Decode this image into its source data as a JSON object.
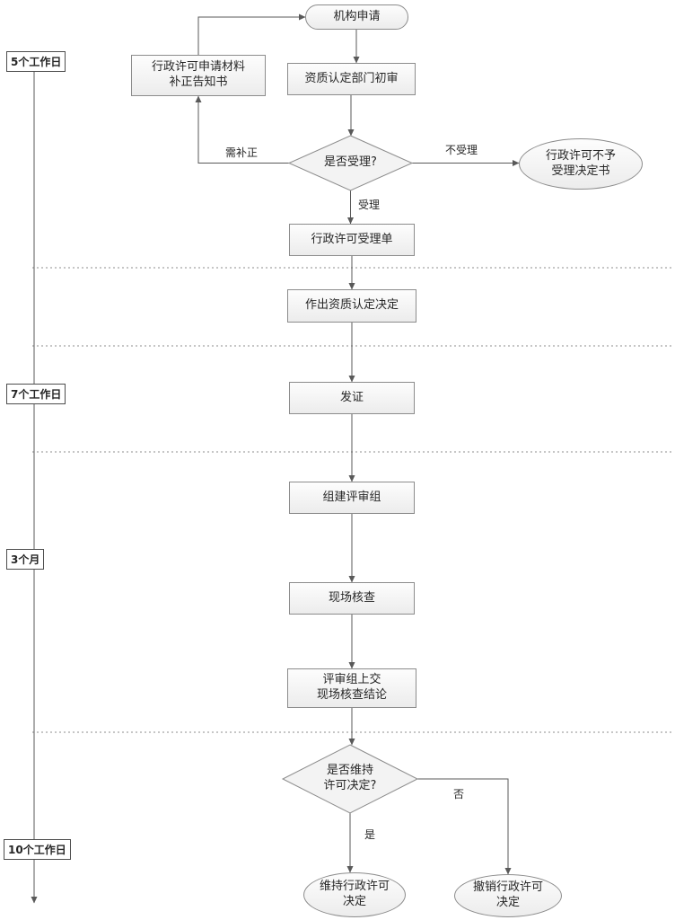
{
  "nodes": {
    "start": {
      "label": "机构申请"
    },
    "initial_review": {
      "label": "资质认定部门初审"
    },
    "correction_notice": {
      "line1": "行政许可申请材料",
      "line2": "补正告知书"
    },
    "accept_decision": {
      "label": "是否受理?"
    },
    "reject_notice": {
      "line1": "行政许可不予",
      "line2": "受理决定书"
    },
    "acceptance_form": {
      "label": "行政许可受理单"
    },
    "qualification_decision": {
      "label": "作出资质认定决定"
    },
    "issue_certificate": {
      "label": "发证"
    },
    "form_review_team": {
      "label": "组建评审组"
    },
    "onsite_inspection": {
      "label": "现场核查"
    },
    "inspection_conclusion": {
      "line1": "评审组上交",
      "line2": "现场核查结论"
    },
    "maintain_decision": {
      "line1": "是否维持",
      "line2": "许可决定?"
    },
    "maintain_license": {
      "line1": "维持行政许可",
      "line2": "决定"
    },
    "revoke_license": {
      "line1": "撤销行政许可",
      "line2": "决定"
    }
  },
  "edge_labels": {
    "need_correction": "需补正",
    "not_accepted": "不受理",
    "accepted": "受理",
    "no": "否",
    "yes": "是"
  },
  "timeline": {
    "t1": "5个工作日",
    "t2": "7个工作日",
    "t3": "3个月",
    "t4": "10个工作日"
  },
  "colors": {
    "node_border": "#8c8c8c",
    "node_fill": "#f3f3f3",
    "line": "#595959",
    "text": "#262626",
    "background": "#ffffff"
  }
}
